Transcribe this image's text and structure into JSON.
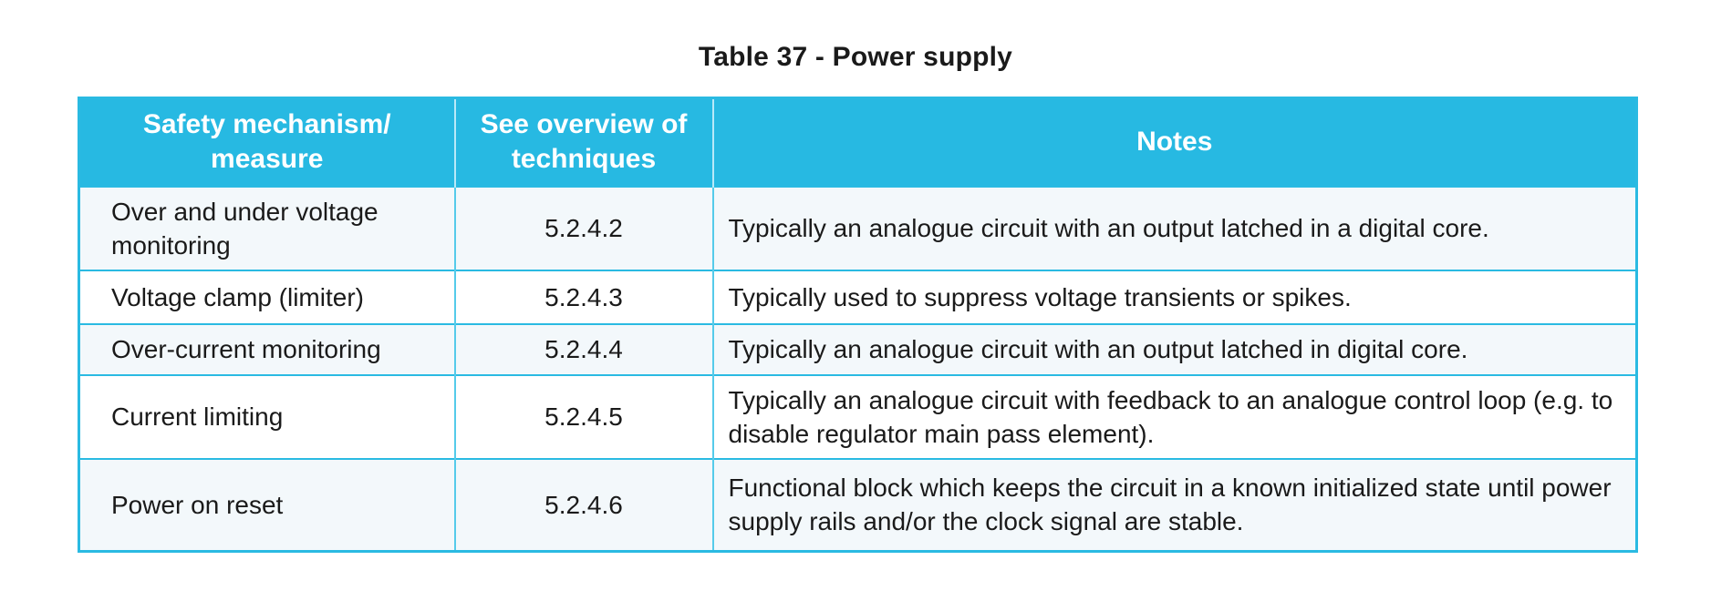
{
  "page": {
    "title": "Table 37 - Power supply"
  },
  "colors": {
    "header_background": "#27b9e2",
    "header_text": "#ffffff",
    "outer_border": "#2abae2",
    "row_tint_background": "#f3f8fb",
    "row_plain_background": "#ffffff",
    "body_text": "#1a1a1a"
  },
  "table": {
    "columns": [
      {
        "key": "mechanism",
        "label": "Safety mechanism/\nmeasure"
      },
      {
        "key": "overview",
        "label": "See overview of\ntechniques"
      },
      {
        "key": "notes",
        "label": "Notes"
      }
    ],
    "rows": [
      {
        "mechanism": "Over and under voltage monitoring",
        "overview": "5.2.4.2",
        "notes": "Typically an analogue circuit with an output latched in a digital core."
      },
      {
        "mechanism": "Voltage clamp (limiter)",
        "overview": "5.2.4.3",
        "notes": "Typically used to suppress voltage transients or spikes."
      },
      {
        "mechanism": "Over-current monitoring",
        "overview": "5.2.4.4",
        "notes": "Typically an analogue circuit with an output latched in digital core."
      },
      {
        "mechanism": "Current limiting",
        "overview": "5.2.4.5",
        "notes": "Typically an analogue circuit with feedback to an analogue control loop (e.g. to disable regulator main pass element)."
      },
      {
        "mechanism": "Power on reset",
        "overview": "5.2.4.6",
        "notes": "Functional block which keeps the circuit in a known initialized state until power supply rails and/or the clock signal are stable."
      }
    ]
  }
}
